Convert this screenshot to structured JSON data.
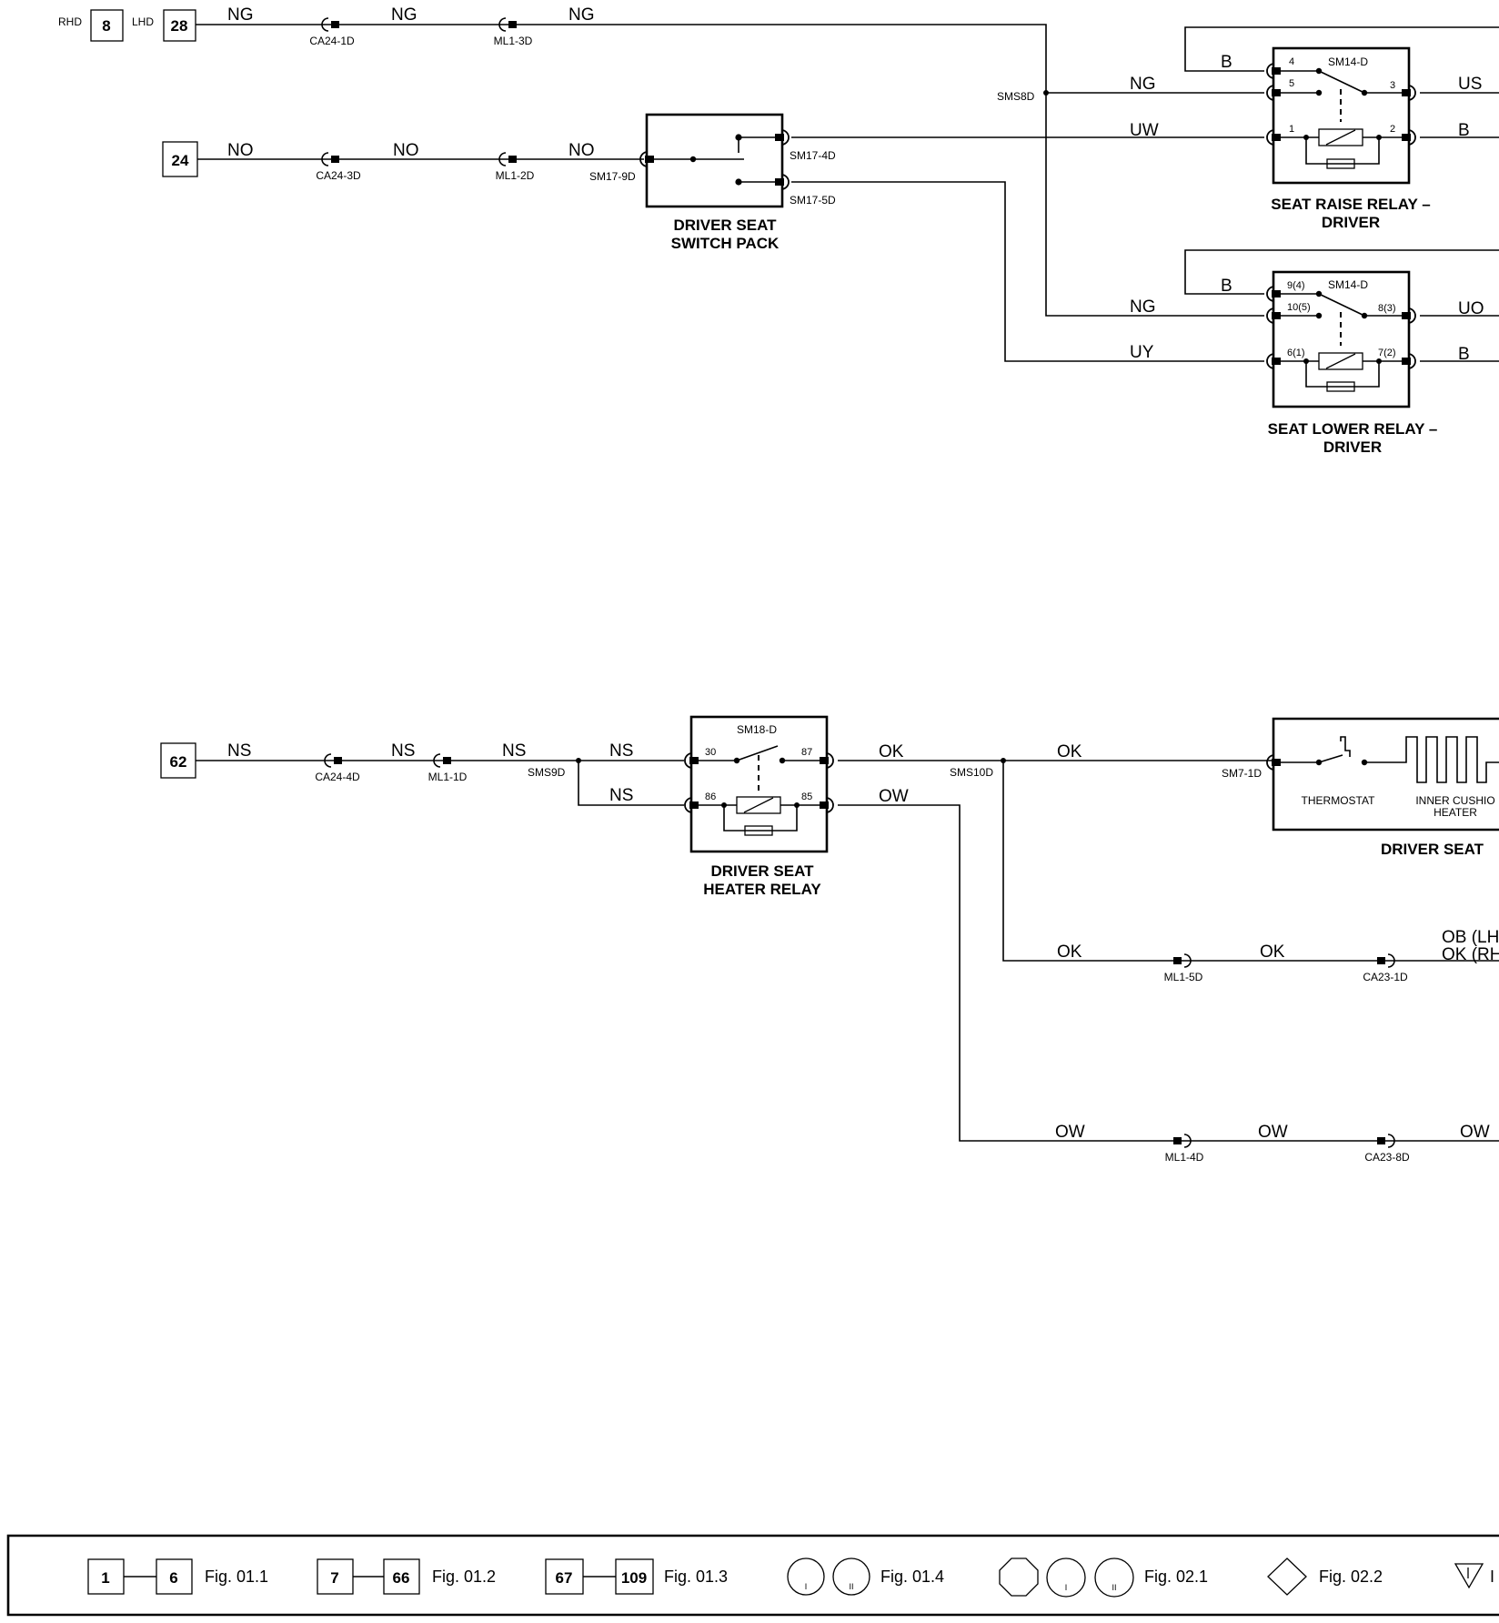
{
  "refs": {
    "rhd": "RHD",
    "lhd": "LHD",
    "r8": "8",
    "r28": "28",
    "r24": "24",
    "r62": "62"
  },
  "wires": {
    "ng": "NG",
    "no": "NO",
    "ns": "NS",
    "uw": "UW",
    "uy": "UY",
    "b": "B",
    "us": "US",
    "uo": "UO",
    "ok": "OK",
    "ow": "OW",
    "ob_lhd": "OB (LH",
    "ok_rhd": "OK (RH"
  },
  "connectors": {
    "ca24_1d": "CA24-1D",
    "ml1_3d": "ML1-3D",
    "ca24_3d": "CA24-3D",
    "ml1_2d": "ML1-2D",
    "sm17_9d": "SM17-9D",
    "sm17_4d": "SM17-4D",
    "sm17_5d": "SM17-5D",
    "sms8d": "SMS8D",
    "sm14_d": "SM14-D",
    "ca24_4d": "CA24-4D",
    "ml1_1d": "ML1-1D",
    "sms9d": "SMS9D",
    "sm18_d": "SM18-D",
    "sms10d": "SMS10D",
    "sm7_1d": "SM7-1D",
    "ml1_5d": "ML1-5D",
    "ca23_1d": "CA23-1D",
    "ml1_4d": "ML1-4D",
    "ca23_8d": "CA23-8D"
  },
  "pins": {
    "p4": "4",
    "p5": "5",
    "p3": "3",
    "p1": "1",
    "p2": "2",
    "p9_4": "9(4)",
    "p10_5": "10(5)",
    "p8_3": "8(3)",
    "p6_1": "6(1)",
    "p7_2": "7(2)",
    "p30": "30",
    "p87": "87",
    "p86": "86",
    "p85": "85"
  },
  "components": {
    "switch_pack": [
      "DRIVER SEAT",
      "SWITCH PACK"
    ],
    "raise_relay": [
      "SEAT RAISE RELAY –",
      "DRIVER"
    ],
    "lower_relay": [
      "SEAT LOWER RELAY –",
      "DRIVER"
    ],
    "heater_relay": [
      "DRIVER SEAT",
      "HEATER RELAY"
    ],
    "thermostat": "THERMOSTAT",
    "inner_cushion": [
      "INNER CUSHIO",
      "HEATER"
    ],
    "driver_seat": "DRIVER SEAT"
  },
  "legend": {
    "g1": {
      "from": "1",
      "to": "6",
      "fig": "Fig. 01.1"
    },
    "g2": {
      "from": "7",
      "to": "66",
      "fig": "Fig. 01.2"
    },
    "g3": {
      "from": "67",
      "to": "109",
      "fig": "Fig. 01.3"
    },
    "g4": {
      "roman1": "I",
      "roman2": "II",
      "fig": "Fig. 01.4"
    },
    "g5": {
      "roman1": "I",
      "roman2": "II",
      "fig": "Fig. 02.1"
    },
    "g6": {
      "fig": "Fig. 02.2"
    },
    "g7": {
      "fig": "I"
    }
  }
}
